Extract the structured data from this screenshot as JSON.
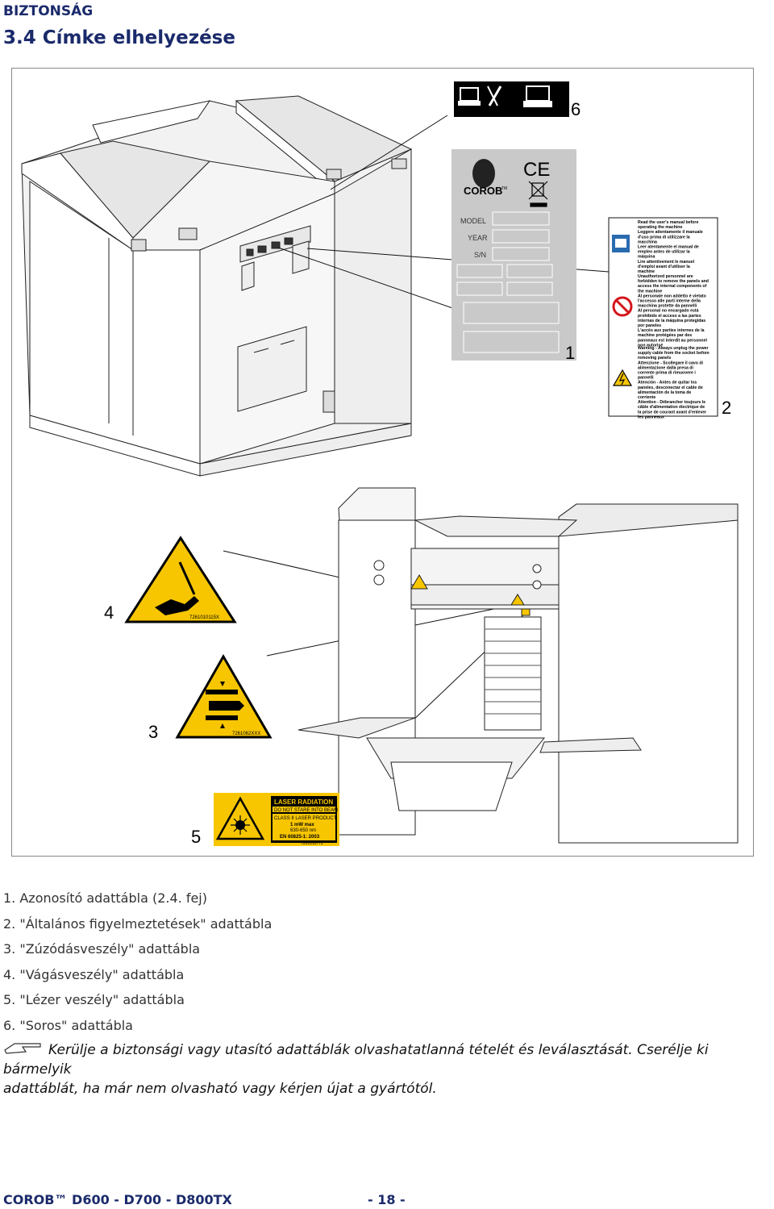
{
  "header": {
    "section": "BIZTONSÁG",
    "title": "3.4  Címke elhelyezése"
  },
  "figure": {
    "callouts": {
      "n1": "1",
      "n2": "2",
      "n3": "3",
      "n4": "4",
      "n5": "5",
      "n6": "6"
    },
    "id_plate": {
      "brand": "COROB",
      "tm": "TM",
      "ce": "CE",
      "model_label": "MODEL",
      "year_label": "YEAR",
      "sn_label": "S/N"
    },
    "warning_plate": {
      "sections": [
        [
          "Read the user's manual before",
          "operating the machine",
          "Leggere attentamente il manuale",
          "d'uso prima di utilizzare la",
          "macchina",
          "Leer atentamente el manual de",
          "empleo antes de utilizar la",
          "máquina",
          "Lire attentivement le manuel",
          "d'emploi avant d'utiliser la",
          "machine"
        ],
        [
          "Unauthorized personnel are",
          "forbidden to remove the panels and",
          "access the internal components of",
          "the machine",
          "Al personale non addetto è vietato",
          "l'accesso alle parti interne della",
          "macchina protette da pannelli",
          "Al personal no encargado está",
          "prohibido el acceso a las partes",
          "internas de la máquina protegidas",
          "por paneles",
          "L'accès aux parties internes de la",
          "machine protégées par des",
          "panneaux est interdit au personnel",
          "non autorisé"
        ],
        [
          "Warning - Always unplug the power",
          "supply cable from the socket before",
          "removing panels",
          "Attenzione - Scollegare il cavo di",
          "alimentazione dalla presa di",
          "corrente prima di rimuovere i",
          "pannelli",
          "Atención - Antes de quitar los",
          "paneles, desconectar el cable de",
          "alimentación de la toma de",
          "corriente",
          "Attention - Débrancher toujours le",
          "câble d'alimentation électrique de",
          "la prise de courant avant d'enlever",
          "les panneaux"
        ]
      ]
    },
    "cut_label": {
      "code": "7261010115X"
    },
    "crush_label": {
      "code": "7261062XXX"
    },
    "laser_label": {
      "title": "LASER  RADIATION",
      "line1": "DO NOT STARE INTO BEAM",
      "line2": "CLASS II LASER PRODUCT",
      "line3": "1 mW max",
      "line4": "630-650 nm",
      "line5": "EN 60825-1: 2003",
      "code": "7261010772"
    },
    "colors": {
      "yellow": "#f7c600",
      "red": "#d4151b",
      "blue": "#2a6bb0",
      "header_blue": "#1a2a6b",
      "plate_gray": "#c9c9c9"
    }
  },
  "list": [
    "1.  Azonosító adattábla (2.4. fej)",
    "2.  \"Általános figyelmeztetések\" adattábla",
    "3.  \"Zúzódásveszély\" adattábla",
    "4.  \"Vágásveszély\" adattábla",
    "5.  \"Lézer veszély\" adattábla",
    "6.  \"Soros\" adattábla"
  ],
  "note": {
    "line1": "Kerülje a biztonsági vagy utasító adattáblák olvashatatlanná tételét és leválasztását. Cserélje ki bármelyik",
    "line2": "adattáblát, ha már nem olvasható vagy kérjen újat a gyártótól."
  },
  "footer": {
    "left": "COROB™ D600 - D700 - D800TX",
    "page": "- 18 -"
  }
}
